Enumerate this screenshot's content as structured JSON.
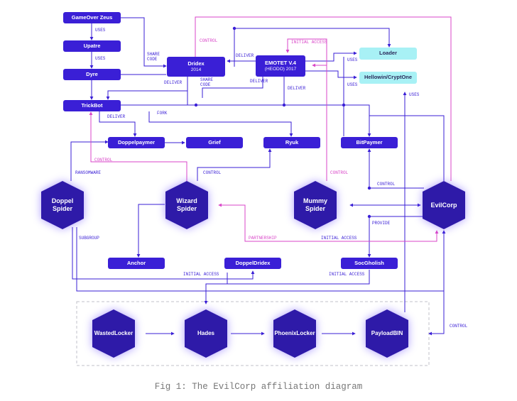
{
  "nodes": {
    "gameover_zeus": "GameOver Zeus",
    "upatre": "Upatre",
    "dyre": "Dyre",
    "trickbot": "TrickBot",
    "dridex": "Dridex",
    "dridex_year": "2014",
    "emotet": "EMOTET V.4",
    "emotet_sub": "(HEODO) 2017",
    "loader": "Loader",
    "hellowin": "Hellowin/CryptOne",
    "doppelpaymer": "Doppelpaymer",
    "grief": "Grief",
    "ryuk": "Ryuk",
    "bitpaymer": "BitPaymer",
    "anchor": "Anchor",
    "doppeldridex": "DoppelDridex",
    "socgholish": "SocGholish"
  },
  "actors": {
    "doppel_spider": [
      "Doppel",
      "Spider"
    ],
    "wizard_spider": [
      "Wizard",
      "Spider"
    ],
    "mummy_spider": [
      "Mummy",
      "Spider"
    ],
    "evilcorp": [
      "EvilCorp"
    ]
  },
  "ransomware": {
    "wastedlocker": "WastedLocker",
    "hades": "Hades",
    "phoenixlocker": "PhoenixLocker",
    "payloadbin": "PayloadBIN"
  },
  "edge_labels": {
    "uses_1": "USES",
    "uses_2": "USES",
    "share_code_1": [
      "SHARE",
      "CODE"
    ],
    "share_code_2": [
      "SHARE",
      "CODE"
    ],
    "control_top": "CONTROL",
    "initial_access_top": "INITIAL ACCESS",
    "deliver_1": "DELIVER",
    "deliver_2": "DELIVER",
    "deliver_3": "DELIVER",
    "deliver_4": "DELIVER",
    "deliver_5": "DELIVER",
    "uses_loader": "USES",
    "uses_hellowin": "USES",
    "uses_evil": "USES",
    "fork": "FORK",
    "control_mid": "CONTROL",
    "ransomware": "RANSOMWARE",
    "control_wizard": "CONTROL",
    "control_mummy": "CONTROL",
    "control_evil": "CONTROL",
    "subgroup": "SUBGROUP",
    "partnership": "PARTNERSHIP",
    "provide": "PROVIDE",
    "initial_access_mid": "INITIAL ACCESS",
    "initial_access_left": "INITIAL ACCESS",
    "initial_access_right": "INITIAL ACCESS",
    "control_bottom": "CONTROL"
  },
  "caption": "Fig 1: The EvilCorp affiliation diagram",
  "colors": {
    "primary": "#3a1fd6",
    "accent_pink": "#d946c8",
    "cyan": "#a8f1f5",
    "hex_fill": "#2e1aa8"
  }
}
